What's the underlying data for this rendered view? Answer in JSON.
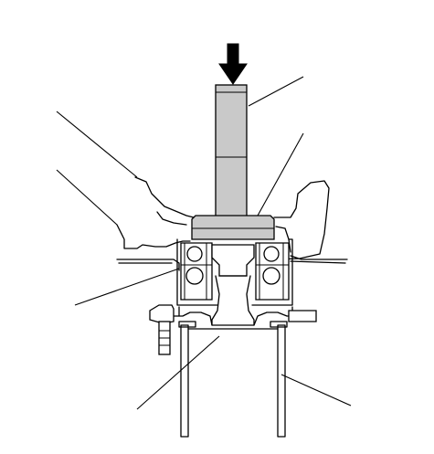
{
  "diagram": {
    "colors": {
      "outline": "#000000",
      "part_fill": "#c9c9c9",
      "background": "#ffffff"
    },
    "arrow": {
      "direction": "down",
      "meaning": "press-force"
    },
    "leader_lines": [
      {
        "target": "driver-shaft"
      },
      {
        "target": "driver-collar"
      },
      {
        "target": "knuckle-upper"
      },
      {
        "target": "knuckle-lower"
      },
      {
        "target": "wheel-bearing"
      },
      {
        "target": "hub-flange"
      },
      {
        "target": "support-tube"
      }
    ]
  }
}
